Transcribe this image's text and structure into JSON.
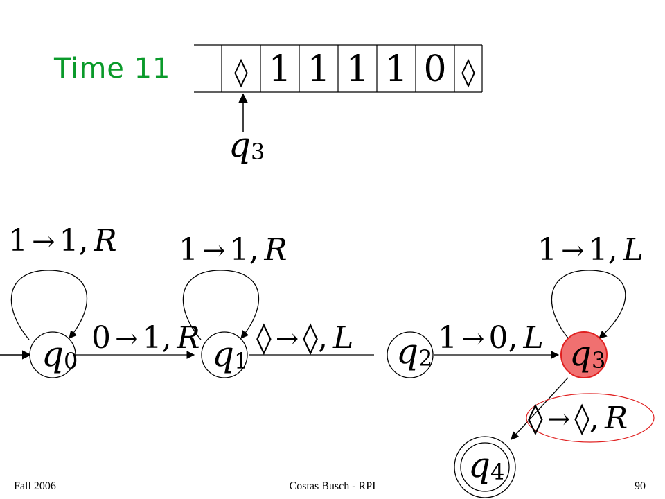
{
  "slide": {
    "title": "Time 11",
    "footer": {
      "left": "Fall 2006",
      "center": "Costas Busch - RPI",
      "right": "90"
    }
  },
  "tape": {
    "cells": [
      "◊",
      "1",
      "1",
      "1",
      "1",
      "0",
      "◊"
    ],
    "head_state": {
      "name": "q",
      "sub": "3"
    },
    "head_cell_index": 0
  },
  "machine": {
    "colors": {
      "active_state_fill": "#f07070",
      "active_state_stroke": "#e02020",
      "highlight_ellipse": "#e02020",
      "title": "#0a9a2a"
    },
    "states": [
      {
        "id": "q0",
        "name": "q",
        "sub": "0",
        "active": false,
        "accept": false,
        "initial": true
      },
      {
        "id": "q1",
        "name": "q",
        "sub": "1",
        "active": false,
        "accept": false,
        "initial": false
      },
      {
        "id": "q2",
        "name": "q",
        "sub": "2",
        "active": false,
        "accept": false,
        "initial": false
      },
      {
        "id": "q3",
        "name": "q",
        "sub": "3",
        "active": true,
        "accept": false,
        "initial": false
      },
      {
        "id": "q4",
        "name": "q",
        "sub": "4",
        "active": false,
        "accept": true,
        "initial": false
      }
    ],
    "transitions": [
      {
        "from": "q0",
        "to": "q0",
        "read": "1",
        "write": "1",
        "move": "R",
        "highlighted": false
      },
      {
        "from": "q1",
        "to": "q1",
        "read": "1",
        "write": "1",
        "move": "R",
        "highlighted": false
      },
      {
        "from": "q3",
        "to": "q3",
        "read": "1",
        "write": "1",
        "move": "L",
        "highlighted": false
      },
      {
        "from": "q0",
        "to": "q1",
        "read": "0",
        "write": "1",
        "move": "R",
        "highlighted": false
      },
      {
        "from": "q1",
        "to": "q2",
        "read": "◊",
        "write": "◊",
        "move": "L",
        "highlighted": false
      },
      {
        "from": "q2",
        "to": "q3",
        "read": "1",
        "write": "0",
        "move": "L",
        "highlighted": false
      },
      {
        "from": "q3",
        "to": "q4",
        "read": "◊",
        "write": "◊",
        "move": "R",
        "highlighted": true
      }
    ],
    "arrow_symbol": "→"
  }
}
